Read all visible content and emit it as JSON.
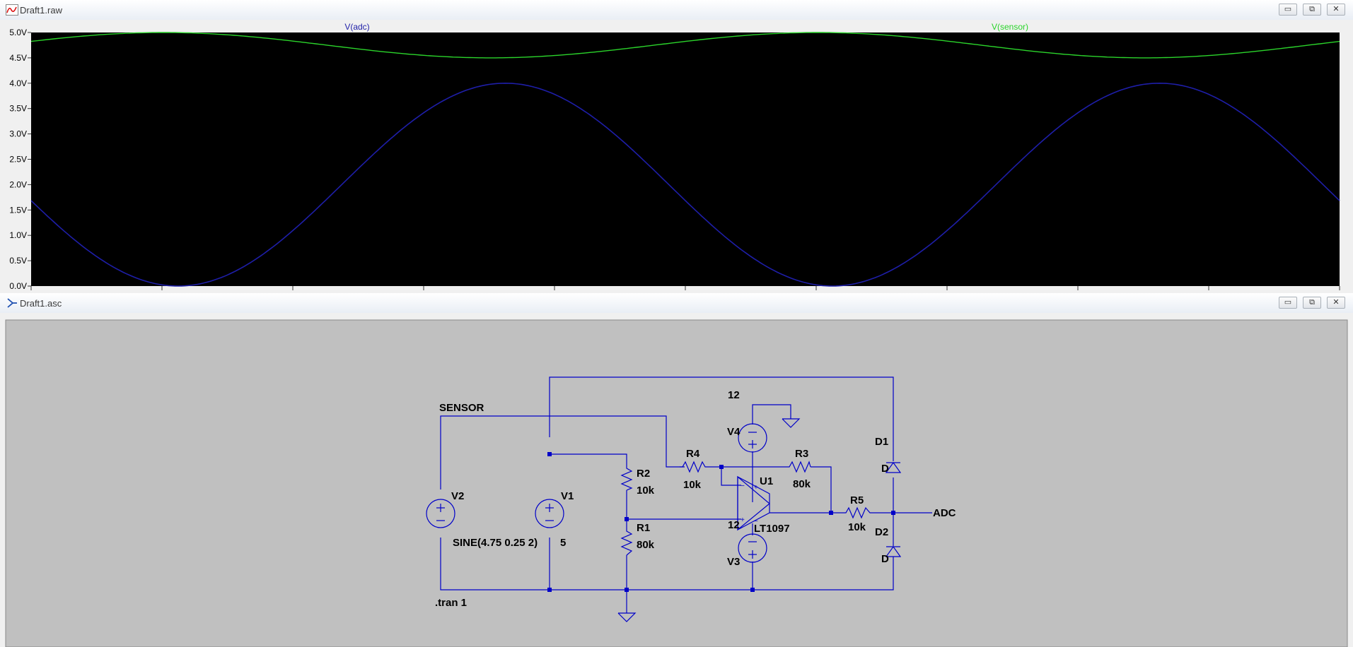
{
  "waveform_window": {
    "title": "Draft1.raw",
    "trace_labels": [
      "V(adc)",
      "V(sensor)"
    ],
    "y_ticks": [
      "5.0V",
      "4.5V",
      "4.0V",
      "3.5V",
      "3.0V",
      "2.5V",
      "2.0V",
      "1.5V",
      "1.0V",
      "0.5V",
      "0.0V"
    ],
    "colors": {
      "adc": "#1e1ea8",
      "sensor": "#2bd42b",
      "background": "#000000"
    }
  },
  "schematic_window": {
    "title": "Draft1.asc",
    "labels": {
      "sensor_net": "SENSOR",
      "adc_net": "ADC",
      "v2_name": "V2",
      "v2_value": "SINE(4.75 0.25 2)",
      "v1_name": "V1",
      "v1_value": "5",
      "r2_name": "R2",
      "r2_value": "10k",
      "r1_name": "R1",
      "r1_value": "80k",
      "r4_name": "R4",
      "r4_value": "10k",
      "r3_name": "R3",
      "r3_value": "80k",
      "r5_name": "R5",
      "r5_value": "10k",
      "u1_name": "U1",
      "u1_value": "LT1097",
      "v4_name": "V4",
      "v4_value": "12",
      "v3_name": "V3",
      "v3_value": "12",
      "d1_name": "D1",
      "d1_value": "D",
      "d2_name": "D2",
      "d2_value": "D",
      "directive": ".tran 1"
    },
    "wire_color": "#0000c8",
    "background": "#c0c0c0"
  },
  "window_buttons": {
    "minimize": "▭",
    "restore": "⧉",
    "close": "✕"
  }
}
